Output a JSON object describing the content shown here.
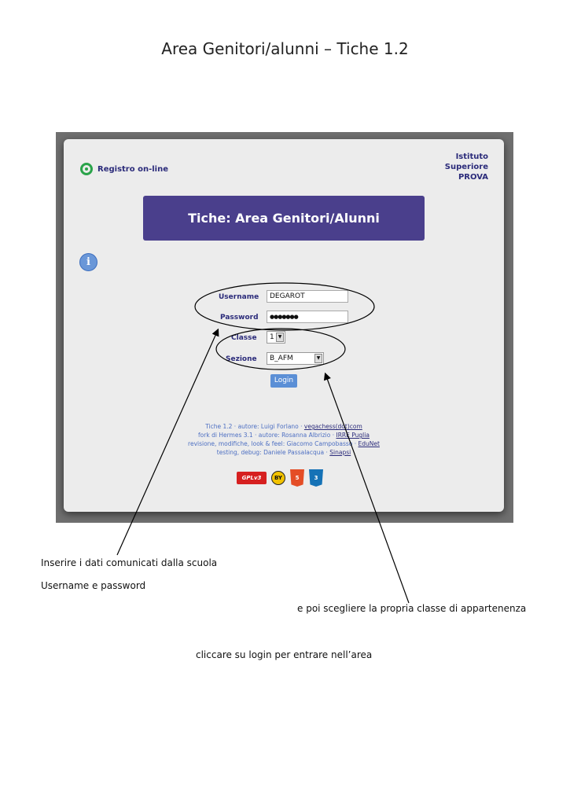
{
  "document": {
    "title": "Area Genitori/alunni – Tiche 1.2"
  },
  "app": {
    "logo_label": "Registro on-line",
    "school": [
      "Istituto",
      "Superiore",
      "PROVA"
    ],
    "banner": "Tiche: Area Genitori/Alunni",
    "info_icon": "i"
  },
  "form": {
    "username_label": "Username",
    "username_value": "DEGAROT",
    "password_label": "Password",
    "password_value": "●●●●●●●",
    "classe_label": "Classe",
    "classe_value": "1",
    "sezione_label": "Sezione",
    "sezione_value": "B_AFM",
    "login_label": "Login"
  },
  "credits": {
    "line1_text": "Tiche 1.2 · autore: Luigi Forlano · ",
    "line1_link": "vegachess(dot)com",
    "line2_text": "fork di Hermes 3.1 · autore: Rosanna Albrizio · ",
    "line2_link": "IRRE Puglia",
    "line3_text": "revisione, modifiche, look & feel: Giacomo Campobasso · ",
    "line3_link": "EduNet",
    "line4_text": "testing, debug: Daniele Passalacqua · ",
    "line4_link": "Sinapsi"
  },
  "badges": {
    "gpl": "GPLv3",
    "by": "BY",
    "html5": "5",
    "css3": "3"
  },
  "notes": {
    "note1": "Inserire i dati comunicati dalla scuola",
    "note2": "Username e password",
    "note3": "e poi scegliere la propria classe di appartenenza",
    "note4": "cliccare su login per entrare nell’area"
  }
}
